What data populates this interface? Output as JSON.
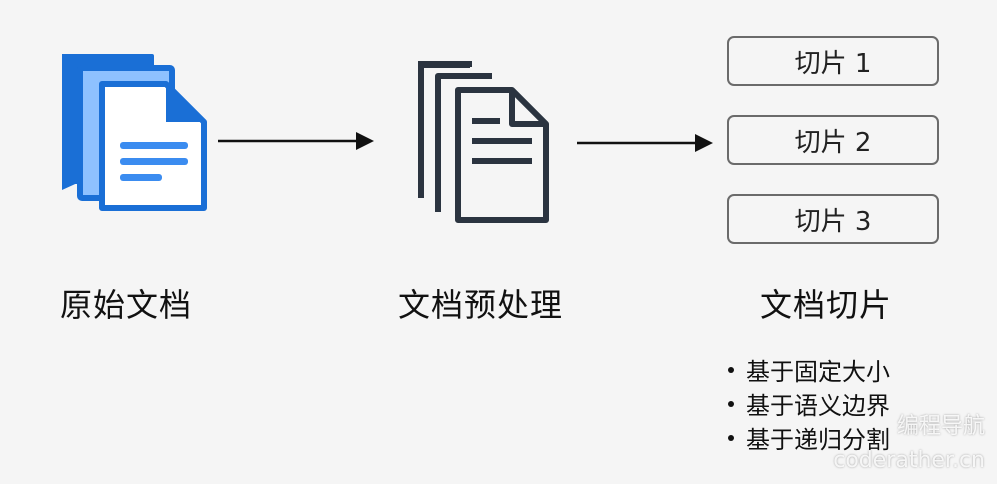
{
  "stages": {
    "raw": {
      "label": "原始文档",
      "icon": "blue-documents-icon"
    },
    "preprocess": {
      "label": "文档预处理",
      "icon": "outlined-documents-icon"
    },
    "chunking": {
      "label": "文档切片",
      "icon": "chunk-stack"
    }
  },
  "chunks": [
    "切片 1",
    "切片 2",
    "切片 3"
  ],
  "methods": [
    "基于固定大小",
    "基于语义边界",
    "基于递归分割"
  ],
  "watermark": {
    "line1": "编程导航",
    "line2": "coderather.cn"
  },
  "colors": {
    "background": "#f5f5f5",
    "doc_blue_dark": "#1a6fd6",
    "doc_blue_mid": "#3b8cf0",
    "doc_blue_light": "#8ec1ff",
    "outline_dark": "#2b3440",
    "arrow": "#111111",
    "box_border": "#6b6b6b"
  }
}
